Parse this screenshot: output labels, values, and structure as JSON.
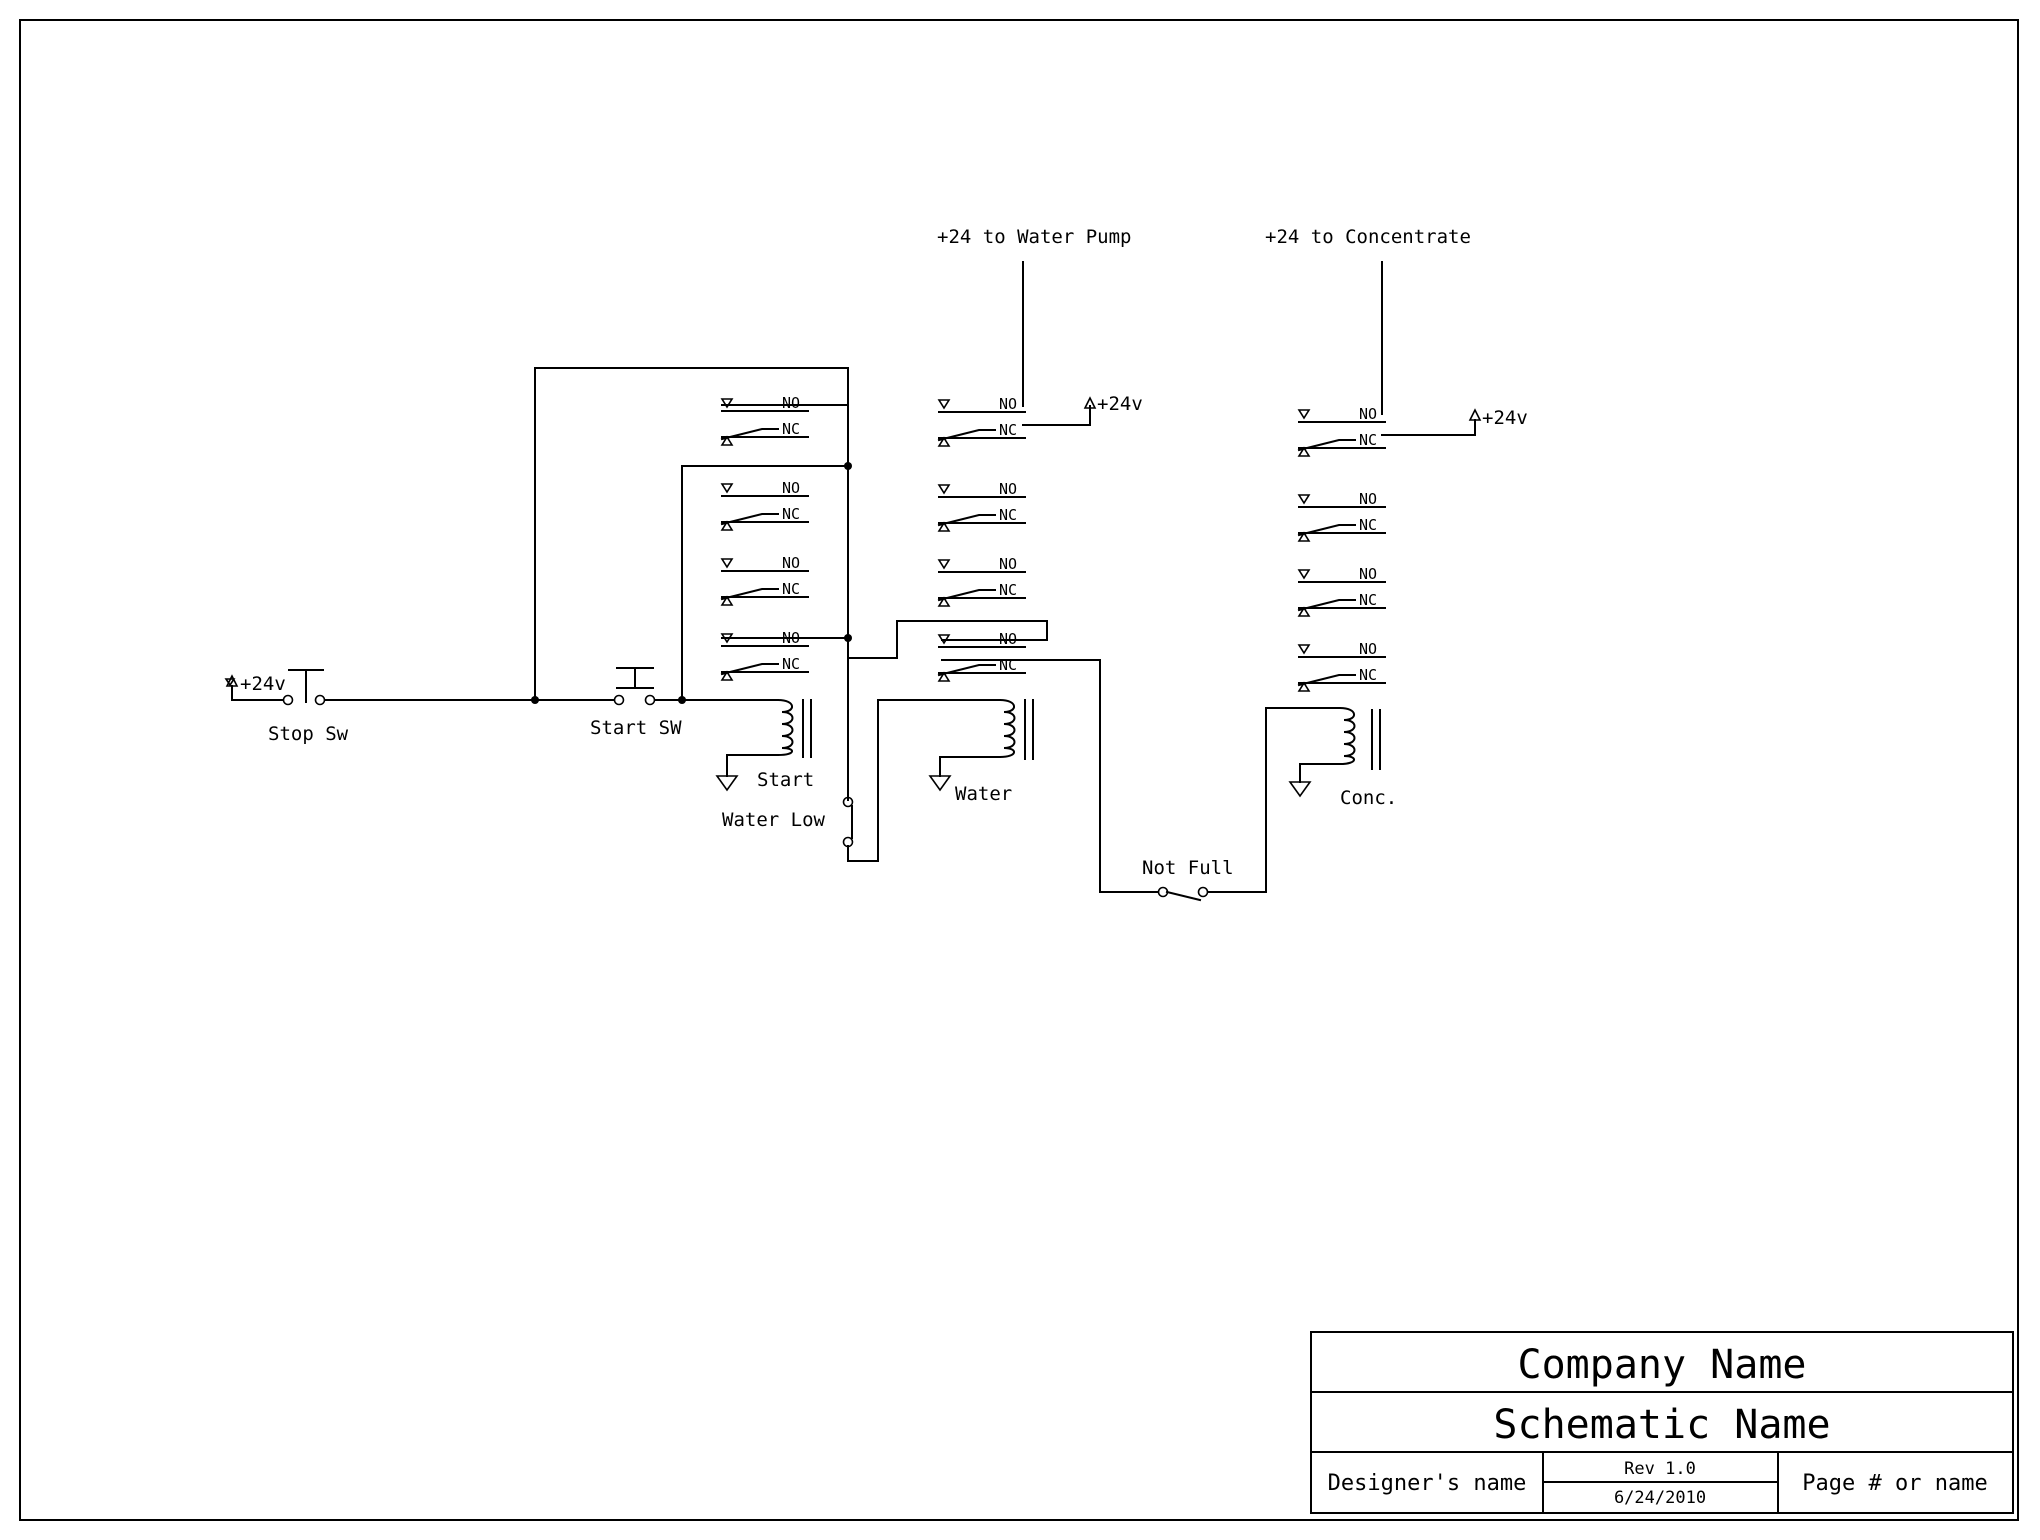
{
  "labels": {
    "stop_plus": "+24v",
    "stop_sw": "Stop Sw",
    "start_sw": "Start SW",
    "start_coil": "Start",
    "water_low": "Water Low",
    "water_coil": "Water",
    "water_pump": "+24 to Water Pump",
    "water_plus": "+24v",
    "concentrate": "+24 to Concentrate",
    "conc_plus": "+24v",
    "conc_coil": "Conc.",
    "not_full": "Not Full",
    "no": "NO",
    "nc": "NC"
  },
  "title_block": {
    "company": "Company Name",
    "schematic": "Schematic Name",
    "designer": "Designer's name",
    "rev": "Rev 1.0",
    "date": "6/24/2010",
    "page": "Page # or name"
  }
}
